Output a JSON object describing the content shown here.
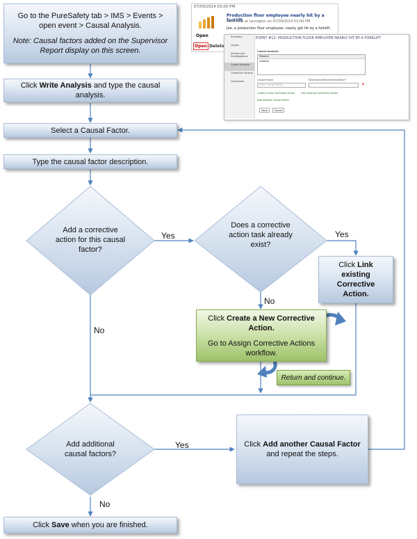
{
  "steps": {
    "goto": {
      "line1": "Go to the PureSafety tab > IMS > Events > open event > Causal Analysis.",
      "note": "Note: Causal factors added on the Supervisor Report display on this screen."
    },
    "write": {
      "pre": "Click ",
      "bold": "Write Analysis",
      "post": " and type the causal analysis."
    },
    "select": "Select a Causal Factor.",
    "type": "Type the causal factor description.",
    "link": {
      "pre": "Click ",
      "bold": "Link existing Corrective Action."
    },
    "create": {
      "pre": "Click ",
      "bold": "Create a New Corrective Action.",
      "line2": "Go to Assign Corrective Actions workflow."
    },
    "return": "Return and continue.",
    "add_another": {
      "pre": "Click ",
      "bold": "Add another Causal Factor",
      "post": " and repeat the steps."
    },
    "save": {
      "pre": "Click ",
      "bold": "Save",
      "post": " when you are finished."
    }
  },
  "decisions": {
    "corrective": "Add a corrective action for this causal factor?",
    "exists": "Does a corrective action task already exist?",
    "additional": "Add additional causal factors?"
  },
  "labels": {
    "yes": "Yes",
    "no": "No"
  },
  "screenshot": {
    "date": "07/09/2014 03:00 PM",
    "title": "Production floor employee nearly hit by a forklift",
    "subtitle": "Near Miss at Lexington on 07/09/2014 03:00 PM",
    "description": "Joe, a production floor employee, nearly got hit by a forklift.",
    "open_label": "Open",
    "open_button": "Open",
    "delete_button": "Delete",
    "nav": [
      "Summary",
      "Losses",
      "Actions and Investigations",
      "Causal Analysis",
      "Corrective Actions",
      "Conclusion"
    ],
    "event_header": "EVENT #12: PRODUCTION FLOOR EMPLOYEE NEARLY HIT BY A FORKLIFT",
    "causal_analysis_label": "Causal Analysis",
    "editor_font": "Tahoma",
    "editor_text": "visibility",
    "col_causal_factor": "Causal Factor",
    "col_description": "Description/Recommendation*",
    "factor_placeholder": "Enter Causal Factor",
    "create_link": "Create a new Corrective Action",
    "link_existing": "Link existing Corrective Action",
    "add_another_link": "Add another Causal Factor",
    "save_button": "Save",
    "cancel_button": "Cancel"
  },
  "colors": {
    "line": "#4f81bd",
    "box_top": "#f4f7fb",
    "box_bottom": "#b7c9e0",
    "green": "#9dc26a",
    "yes_color": "#111111"
  }
}
